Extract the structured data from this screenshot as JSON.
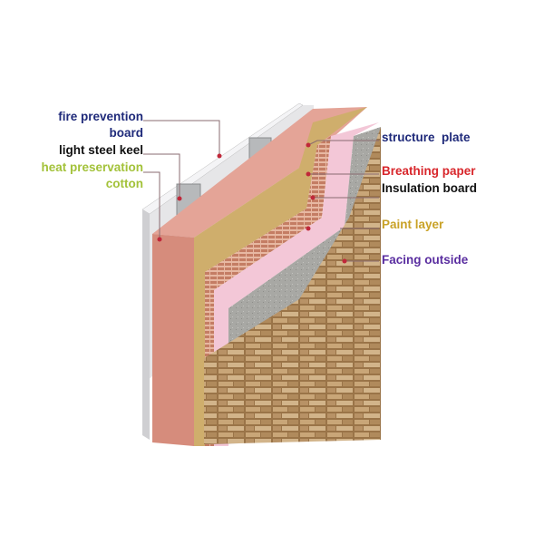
{
  "colors": {
    "navy": "#1f2a7a",
    "black": "#111111",
    "yellow_green": "#a3c23a",
    "red": "#d8262b",
    "gold": "#c9a227",
    "purple": "#5a2ea0"
  },
  "left_labels": {
    "fire_prevention_1": "fire prevention",
    "fire_prevention_2": "board",
    "light_steel_keel": "light steel keel",
    "heat_preservation_1": "heat preservation",
    "heat_preservation_2": "cotton"
  },
  "right_labels": {
    "structure_plate": "structure  plate",
    "breathing_paper": "Breathing paper",
    "insulation_board": "Insulation board",
    "paint_layer": "Paint layer",
    "facing_outside": "Facing outside"
  }
}
